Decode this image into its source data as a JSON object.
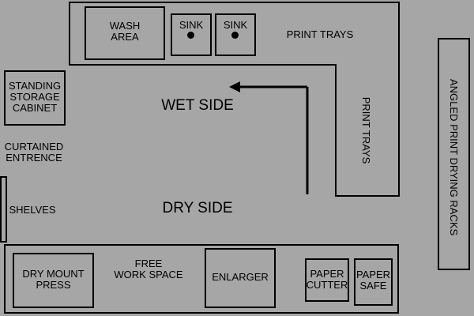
{
  "labels": {
    "wash_area": "WASH\nAREA",
    "sink_1": "SINK",
    "sink_2": "SINK",
    "print_trays_top": "PRINT TRAYS",
    "print_trays_side": "PRINT TRAYS",
    "angled_racks": "ANGLED PRINT DRYING RACKS",
    "storage_cabinet": "STANDING\nSTORAGE\nCABINET",
    "entrance": "CURTAINED\nENTRENCE",
    "shelves": "SHELVES",
    "wet_side": "WET SIDE",
    "dry_side": "DRY SIDE",
    "dry_mount_press": "DRY MOUNT\nPRESS",
    "free_work_space": "FREE\nWORK SPACE",
    "enlarger": "ENLARGER",
    "paper_cutter": "PAPER\nCUTTER",
    "paper_safe": "PAPER\nSAFE"
  },
  "colors": {
    "background": "#a6a6a6",
    "line": "#000000"
  }
}
